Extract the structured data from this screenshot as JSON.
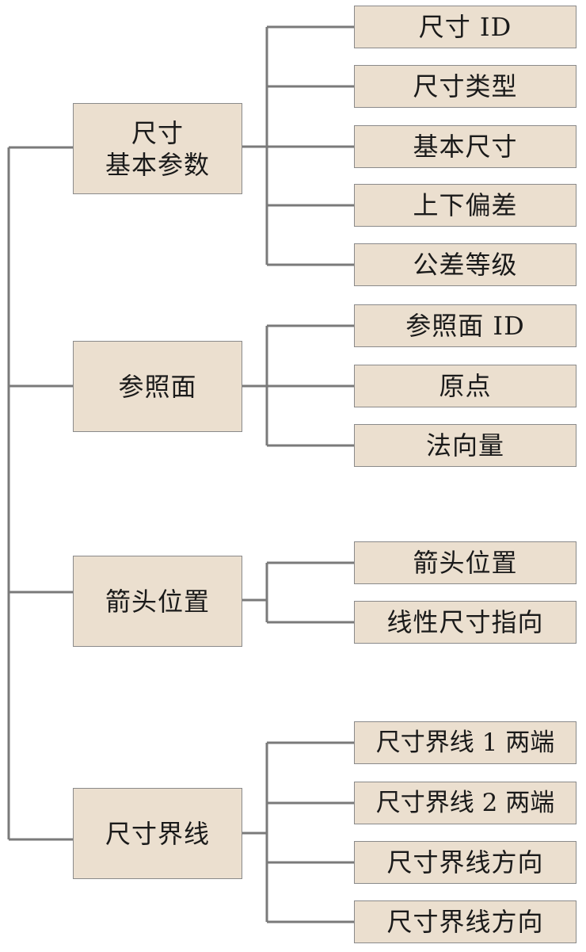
{
  "diagram": {
    "groups": [
      {
        "title_lines": [
          "尺寸",
          "基本参数"
        ],
        "children": [
          "尺寸 ID",
          "尺寸类型",
          "基本尺寸",
          "上下偏差",
          "公差等级"
        ]
      },
      {
        "title_lines": [
          "参照面"
        ],
        "children": [
          "参照面 ID",
          "原点",
          "法向量"
        ]
      },
      {
        "title_lines": [
          "箭头位置"
        ],
        "children": [
          "箭头位置",
          "线性尺寸指向"
        ]
      },
      {
        "title_lines": [
          "尺寸界线"
        ],
        "children": [
          "尺寸界线 1 两端",
          "尺寸界线 2 两端",
          "尺寸界线方向",
          "尺寸界线方向"
        ]
      }
    ]
  }
}
